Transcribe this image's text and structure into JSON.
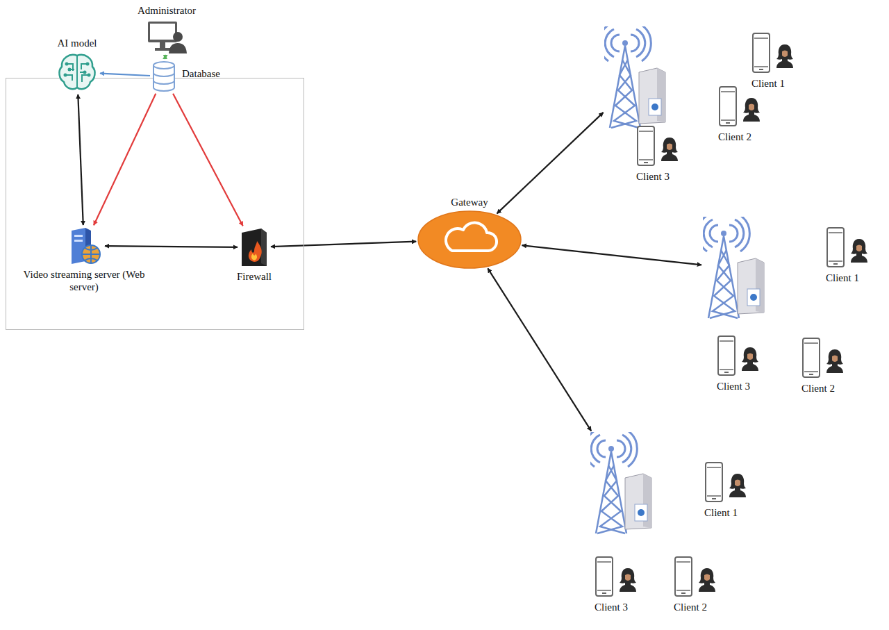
{
  "diagram": {
    "nodes": [
      {
        "text": [
          "Administrator"
        ]
      },
      {
        "text": []
      },
      {
        "text": [
          "AI model"
        ],
        "in": 1
      },
      {
        "text": [
          "Database"
        ],
        "in": 1
      },
      {
        "text": [
          "Video streaming server (Web server)"
        ],
        "in": 1
      },
      {
        "text": [
          "Firewall"
        ],
        "in": 1
      },
      {
        "text": [
          "Gateway"
        ]
      },
      {
        "text": []
      },
      {
        "text": [
          "Client 1"
        ],
        "in": 7
      },
      {
        "text": [
          "Client 2"
        ],
        "in": 7
      },
      {
        "text": [
          "Client 3"
        ],
        "in": 7
      },
      {
        "text": []
      },
      {
        "text": [
          "Client 1"
        ],
        "in": 11
      },
      {
        "text": [
          "Client 3"
        ],
        "in": 11
      },
      {
        "text": [
          "Client 2"
        ],
        "in": 11
      },
      {
        "text": []
      },
      {
        "text": [
          "Client 1"
        ],
        "in": 15
      },
      {
        "text": [
          "Client 3"
        ],
        "in": 15
      },
      {
        "text": [
          "Client 2"
        ],
        "in": 15
      }
    ],
    "edges": [
      {
        "from": 0,
        "to": 3,
        "arrow": "both"
      },
      {
        "from": 3,
        "to": 2,
        "arrow": "to"
      },
      {
        "from": 2,
        "to": 4,
        "arrow": "both"
      },
      {
        "from": 3,
        "to": 4,
        "arrow": "to"
      },
      {
        "from": 3,
        "to": 5,
        "arrow": "to"
      },
      {
        "from": 4,
        "to": 5,
        "arrow": "both"
      },
      {
        "from": 5,
        "to": 6,
        "arrow": "both"
      },
      {
        "from": 6,
        "to": 7,
        "arrow": "both"
      },
      {
        "from": 6,
        "to": 11,
        "arrow": "both"
      },
      {
        "from": 6,
        "to": 15,
        "arrow": "both"
      }
    ]
  }
}
